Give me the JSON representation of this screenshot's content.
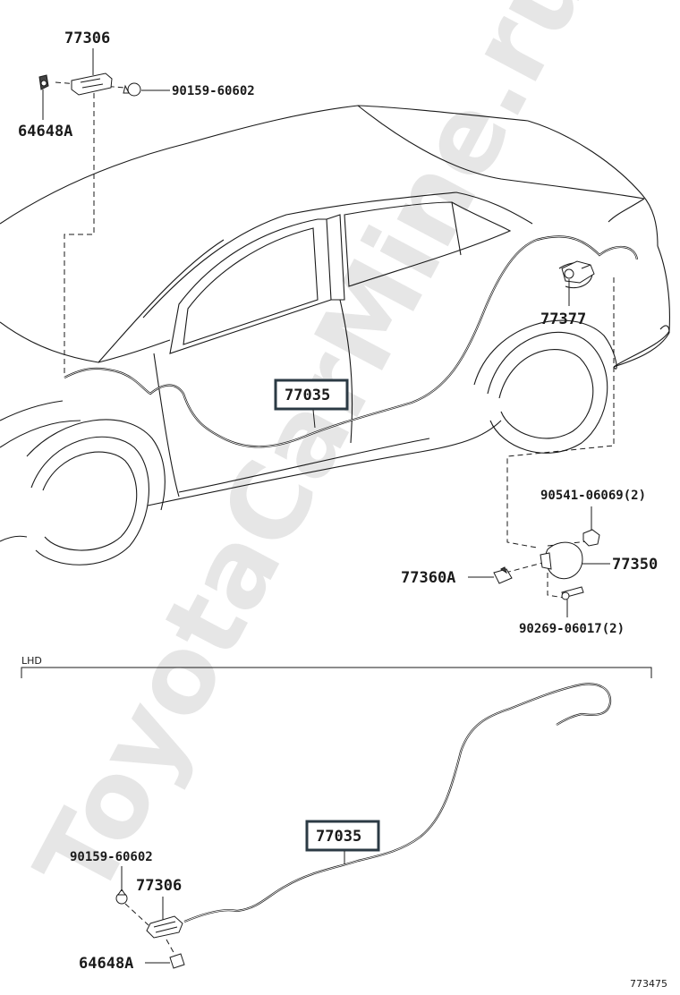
{
  "watermark": "ToyotaCarMine.ru",
  "section_label": "LHD",
  "figure_number": "773475",
  "callouts": {
    "c77306_top": "77306",
    "c64648A_top": "64648A",
    "c90159_top": "90159-60602",
    "c77035_top": "77035",
    "c77377": "77377",
    "c90541": "90541-06069(2)",
    "c77350": "77350",
    "c77360A": "77360A",
    "c90269": "90269-06017(2)",
    "c77035_bottom": "77035",
    "c90159_bottom": "90159-60602",
    "c77306_bottom": "77306",
    "c64648A_bottom": "64648A"
  }
}
